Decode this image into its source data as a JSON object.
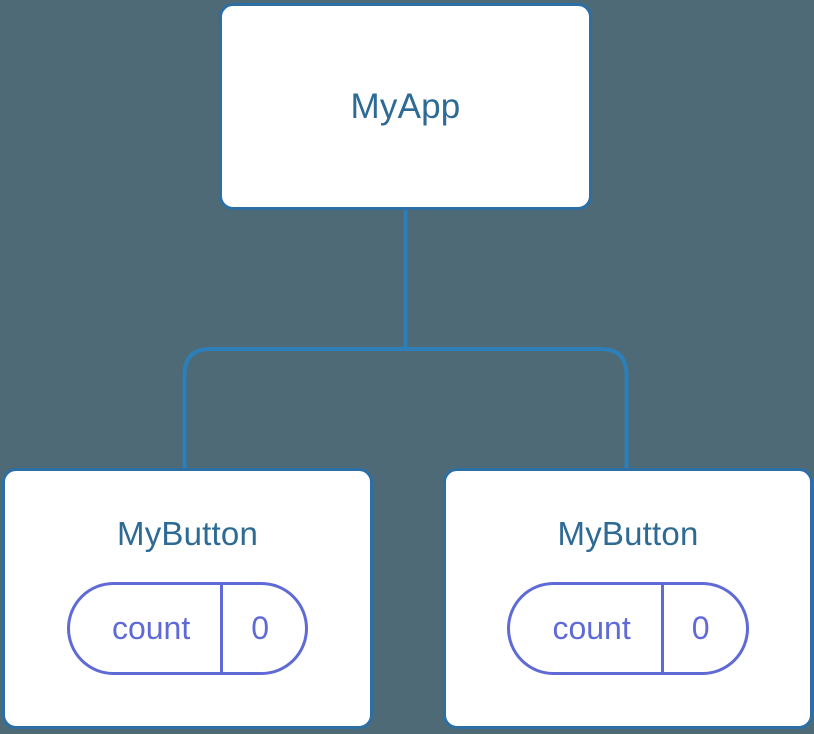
{
  "diagram": {
    "type": "component-tree",
    "background_color": "#4d6a76",
    "node_border_color": "#2c6fa5",
    "node_fill_color": "#ffffff",
    "node_text_color": "#2d6a94",
    "state_badge_color": "#5f6ad6",
    "edge_color": "#2c7fb8",
    "root": {
      "label": "MyApp"
    },
    "children": [
      {
        "label": "MyButton",
        "state": {
          "key": "count",
          "value": "0"
        }
      },
      {
        "label": "MyButton",
        "state": {
          "key": "count",
          "value": "0"
        }
      }
    ]
  }
}
